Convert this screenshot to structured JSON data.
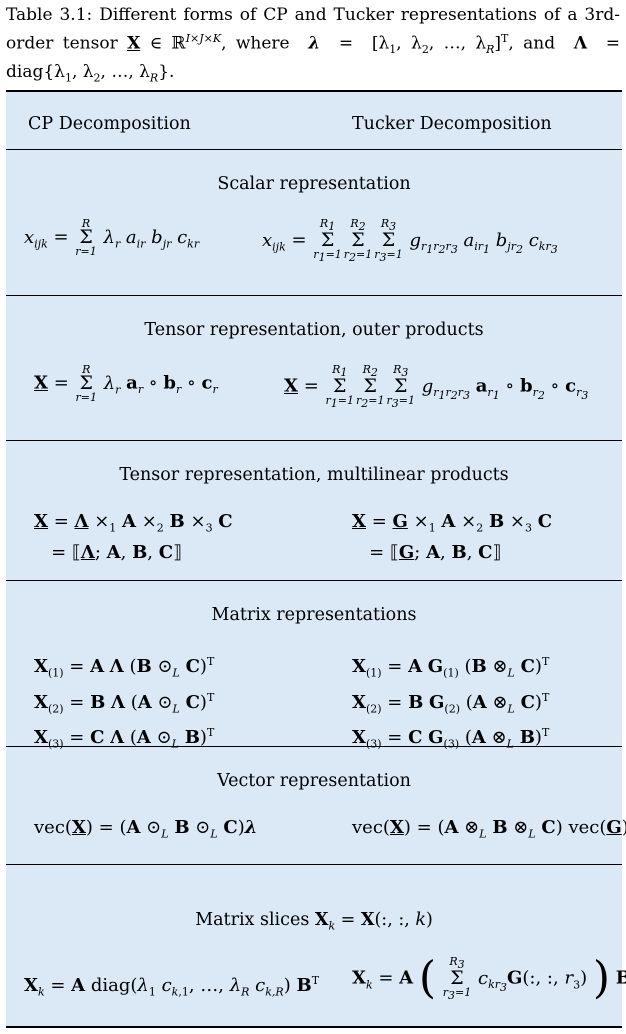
{
  "caption": "Table 3.1: Different forms of CP and Tucker representations of a 3rd-order tensor X ∈ ℝ^{I×J×K}, where λ = [λ1, λ2, …, λR]^T, and Λ = diag{λ1, λ2, …, λR}.",
  "columns": [
    "CP Decomposition",
    "Tucker Decomposition"
  ],
  "sections": [
    "Scalar representation",
    "Tensor representation, outer products",
    "Tensor representation, multilinear products",
    "Matrix representations",
    "Vector representation",
    "Matrix slices X_k = X(:, :, k)"
  ]
}
